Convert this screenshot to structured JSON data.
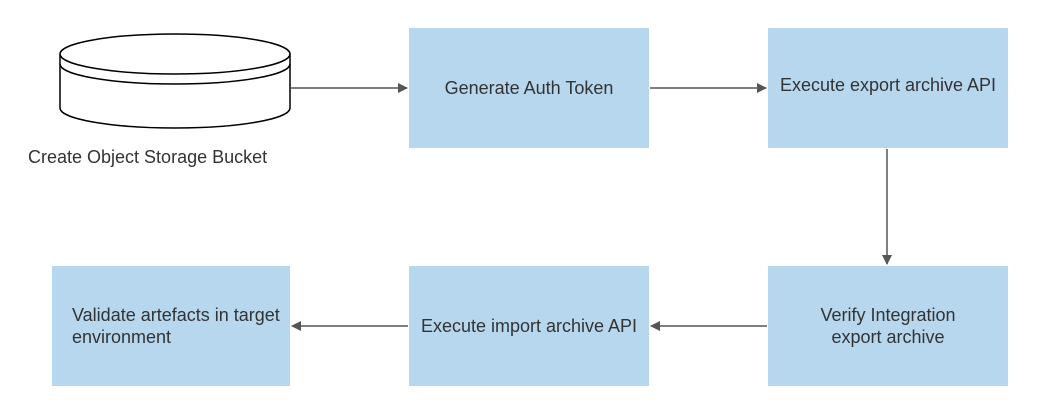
{
  "colors": {
    "box_fill": "#b7d7ee",
    "arrow": "#555555",
    "text": "#333333",
    "db_stroke": "#000000",
    "db_fill": "#ffffff"
  },
  "storage": {
    "icon": "database-cylinder-icon",
    "label": "Create Object Storage Bucket"
  },
  "steps": {
    "auth_token": "Generate Auth Token",
    "export_api": "Execute export archive API",
    "verify_export": "Verify Integration export archive",
    "import_api": "Execute import archive API",
    "validate": "Validate artefacts in target environment"
  }
}
